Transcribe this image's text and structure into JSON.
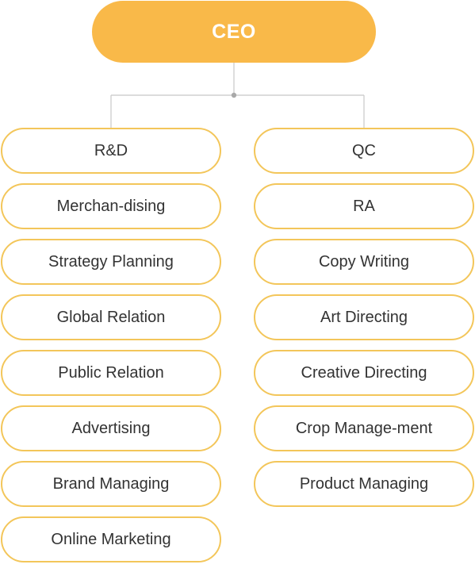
{
  "chart": {
    "root": {
      "label": "CEO"
    },
    "left_branch": [
      {
        "label": "R&D"
      },
      {
        "label": "Merchan-dising"
      },
      {
        "label": "Strategy Planning"
      },
      {
        "label": "Global Relation"
      },
      {
        "label": "Public Relation"
      },
      {
        "label": "Advertising"
      },
      {
        "label": "Brand Managing"
      },
      {
        "label": "Online Marketing"
      }
    ],
    "right_branch": [
      {
        "label": "QC"
      },
      {
        "label": "RA"
      },
      {
        "label": "Copy Writing"
      },
      {
        "label": "Art Directing"
      },
      {
        "label": "Creative Directing"
      },
      {
        "label": "Crop Manage-ment"
      },
      {
        "label": "Product Managing"
      }
    ]
  },
  "colors": {
    "root_fill": "#f9b949",
    "node_border": "#f3c65a",
    "connector": "#c8c8c8",
    "junction_dot": "#a9a9a9",
    "text": "#333333"
  }
}
